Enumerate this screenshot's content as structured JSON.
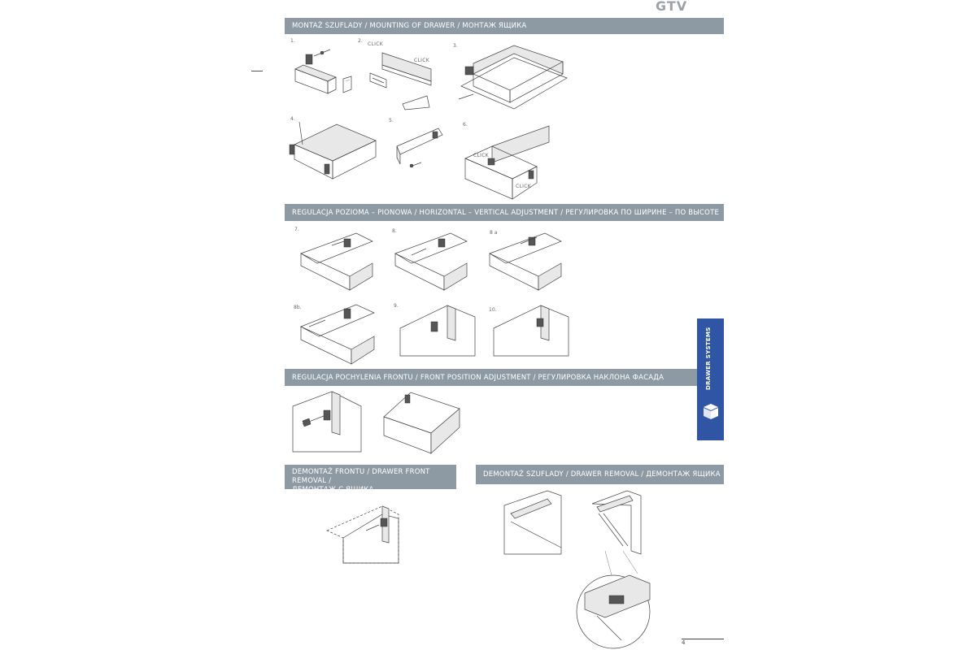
{
  "brand": {
    "logo": "GTV"
  },
  "sections": {
    "mounting": {
      "title": "MONTAŻ SZUFLADY / MOUNTING OF DRAWER / МОНТАЖ ЯЩИКА"
    },
    "adjustment": {
      "title": "REGULACJA POZIOMA – PIONOWA / HORIZONTAL – VERTICAL ADJUSTMENT / РЕГУЛИРОВКА ПО ШИРИНЕ – ПО ВЫСОТЕ"
    },
    "front_position": {
      "title": "REGULACJA POCHYLENIA FRONTU / FRONT POSITION ADJUSTMENT / РЕГУЛИРОВКА НАКЛОНА ФАСАДА"
    },
    "front_removal": {
      "title_line1": "DEMONTAŻ FRONTU / DRAWER FRONT REMOVAL /",
      "title_line2": "ДЕМОНТАЖ С ЯЩИКА"
    },
    "drawer_removal": {
      "title": "DEMONTAŻ SZUFLADY / DRAWER REMOVAL / ДЕМОНТАЖ ЯЩИКА"
    }
  },
  "steps": {
    "s1": "1.",
    "s2": "2.",
    "s3": "3.",
    "s4": "4.",
    "s5": "5.",
    "s6": "6.",
    "s7": "7.",
    "s8": "8.",
    "s8a": "8 a",
    "s8b": "8b.",
    "s9": "9.",
    "s10": "10."
  },
  "labels": {
    "click": "CLICK"
  },
  "side_tab": {
    "text": "DRAWER SYSTEMS",
    "icon": "stacked-boxes-icon"
  },
  "page_number": "4",
  "colors": {
    "header_bar": "#8e9aa3",
    "side_tab": "#2f55a4",
    "logo": "#9aa3aa"
  }
}
